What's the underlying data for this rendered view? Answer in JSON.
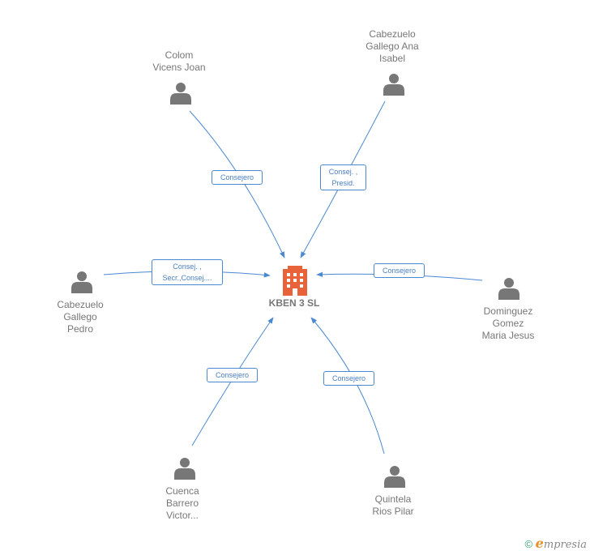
{
  "center": {
    "name": "KBEN 3 SL",
    "icon": "building-icon",
    "color": "#e8623a"
  },
  "people": [
    {
      "name": "Colom\nVicens Joan",
      "role": "Consejero"
    },
    {
      "name": "Cabezuelo\nGallego Ana\nIsabel",
      "role": "Consej. ,\nPresid."
    },
    {
      "name": "Cabezuelo\nGallego\nPedro",
      "role": "Consej. ,\nSecr.,Consej...."
    },
    {
      "name": "Dominguez\nGomez\nMaria Jesus",
      "role": "Consejero"
    },
    {
      "name": "Cuenca\nBarrero\nVictor...",
      "role": "Consejero"
    },
    {
      "name": "Quintela\nRios Pilar",
      "role": "Consejero"
    }
  ],
  "colors": {
    "edge": "#4a88d0",
    "person_icon": "#777777"
  },
  "footer": {
    "copyright": "©",
    "brand_initial": "e",
    "brand_rest": "mpresia"
  }
}
